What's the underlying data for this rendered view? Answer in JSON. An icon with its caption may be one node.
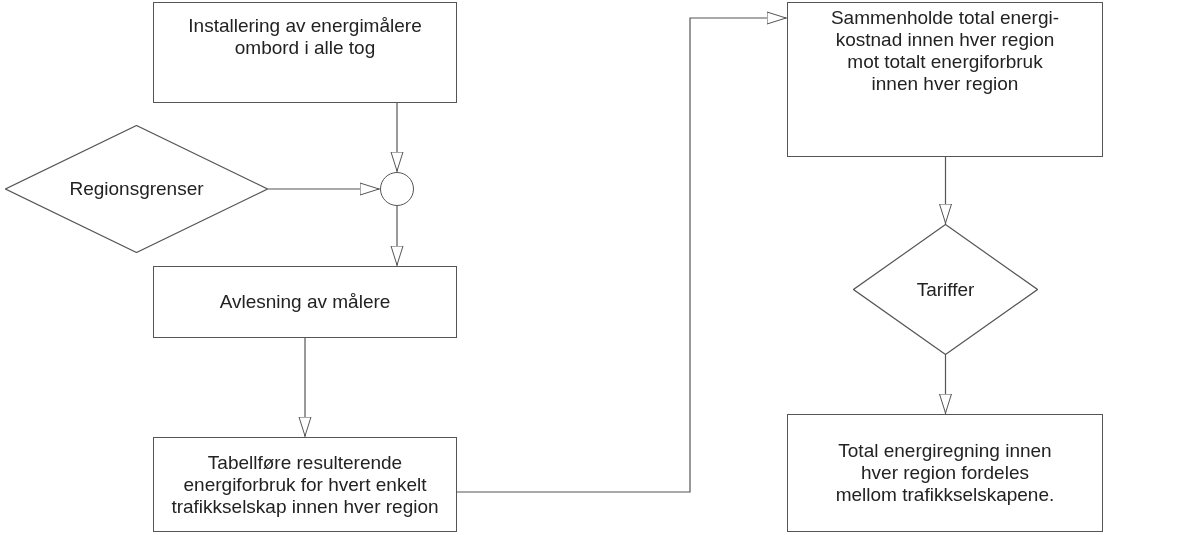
{
  "diagram": {
    "nodes": [
      {
        "text": [
          "Installering av energimålere ombord i alle tog"
        ]
      },
      {
        "text": [
          "Regionsgrenser"
        ]
      },
      {
        "text": [],
        "shape": "circle"
      },
      {
        "text": [
          "Avlesning av målere"
        ]
      },
      {
        "text": [
          "Tabellføre resulterende energiforbruk for hvert enkelt trafikkselskap innen hver region"
        ]
      },
      {
        "text": [
          "Sammenholde total energi- kostnad innen hver region mot totalt energiforbruk innen hver region"
        ]
      },
      {
        "text": [
          "Tariffer"
        ]
      },
      {
        "text": [
          "Total energiregning innen hver region fordeles mellom trafikkselskapene."
        ]
      }
    ],
    "edges": [
      {
        "from": 0,
        "to": 2,
        "arrow": "to"
      },
      {
        "from": 1,
        "to": 2,
        "arrow": "to"
      },
      {
        "from": 2,
        "to": 3,
        "arrow": "to"
      },
      {
        "from": 3,
        "to": 4,
        "arrow": "to"
      },
      {
        "from": 4,
        "to": 5,
        "arrow": "to"
      },
      {
        "from": 5,
        "to": 6,
        "arrow": "to"
      },
      {
        "from": 6,
        "to": 7,
        "arrow": "to"
      }
    ]
  }
}
